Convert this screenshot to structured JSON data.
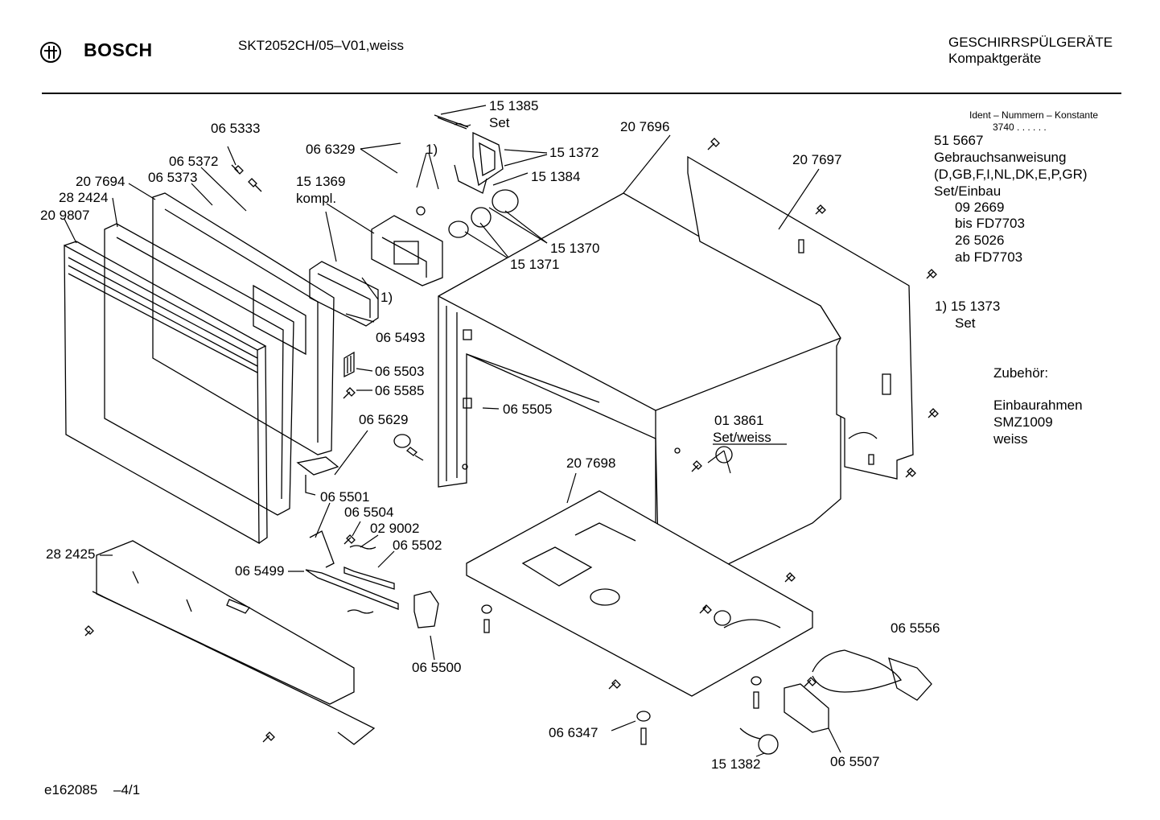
{
  "header": {
    "brand": "BOSCH",
    "model": "SKT2052CH/05–V01,weiss",
    "category_line1": "GESCHIRRSPÜLGERÄTE",
    "category_line2": "Kompaktgeräte"
  },
  "info": {
    "ident_title": "Ident – Nummern – Konstante",
    "ident_value": "3740  .  .     .  .  .  .",
    "doc_number": "51 5667",
    "doc_title": "Gebrauchsanweisung",
    "doc_languages": "(D,GB,F,I,NL,DK,E,P,GR)",
    "set_einbau": "Set/Einbau",
    "set_a_number": "09 2669",
    "set_a_range": "bis FD7703",
    "set_b_number": "26 5026",
    "set_b_range": "ab FD7703",
    "footnote_number": "1) 15 1373",
    "footnote_set": "Set",
    "zubehoer_title": "Zubehör:",
    "zubehoer_item": "Einbaurahmen",
    "zubehoer_code": "SMZ1009",
    "zubehoer_color": "weiss"
  },
  "parts": {
    "p065333": "06  5333",
    "p066329": "06  6329",
    "p151385": "15  1385",
    "p151385_set": "Set",
    "p151372": "15  1372",
    "p151384": "15  1384",
    "p207696": "20  7696",
    "p207697": "20  7697",
    "p065372": "06  5372",
    "p065373": "06  5373",
    "p207694": "20  7694",
    "p282424": "28  2424",
    "p209807": "20  9807",
    "p151369": "15  1369",
    "p151369_kompl": "kompl.",
    "note1_top": "1)",
    "note1_mid": "1)",
    "p151370": "15  1370",
    "p151371": "15  1371",
    "p065493": "06  5493",
    "p065503": "06  5503",
    "p065585": "06  5585",
    "p065505": "06  5505",
    "p065629": "06  5629",
    "p013861": "01  3861",
    "p013861_set": "Set/weiss",
    "p207698": "20  7698",
    "p065501": "06  5501",
    "p065504": "06  5504",
    "p029002": "02  9002",
    "p065502": "06  5502",
    "p282425": "28  2425",
    "p065499": "06  5499",
    "p065500": "06  5500",
    "p065556": "06  5556",
    "p066347": "06  6347",
    "p151382": "15  1382",
    "p065507": "06  5507"
  },
  "footer": {
    "code": "e162085",
    "page": "–4/1"
  }
}
